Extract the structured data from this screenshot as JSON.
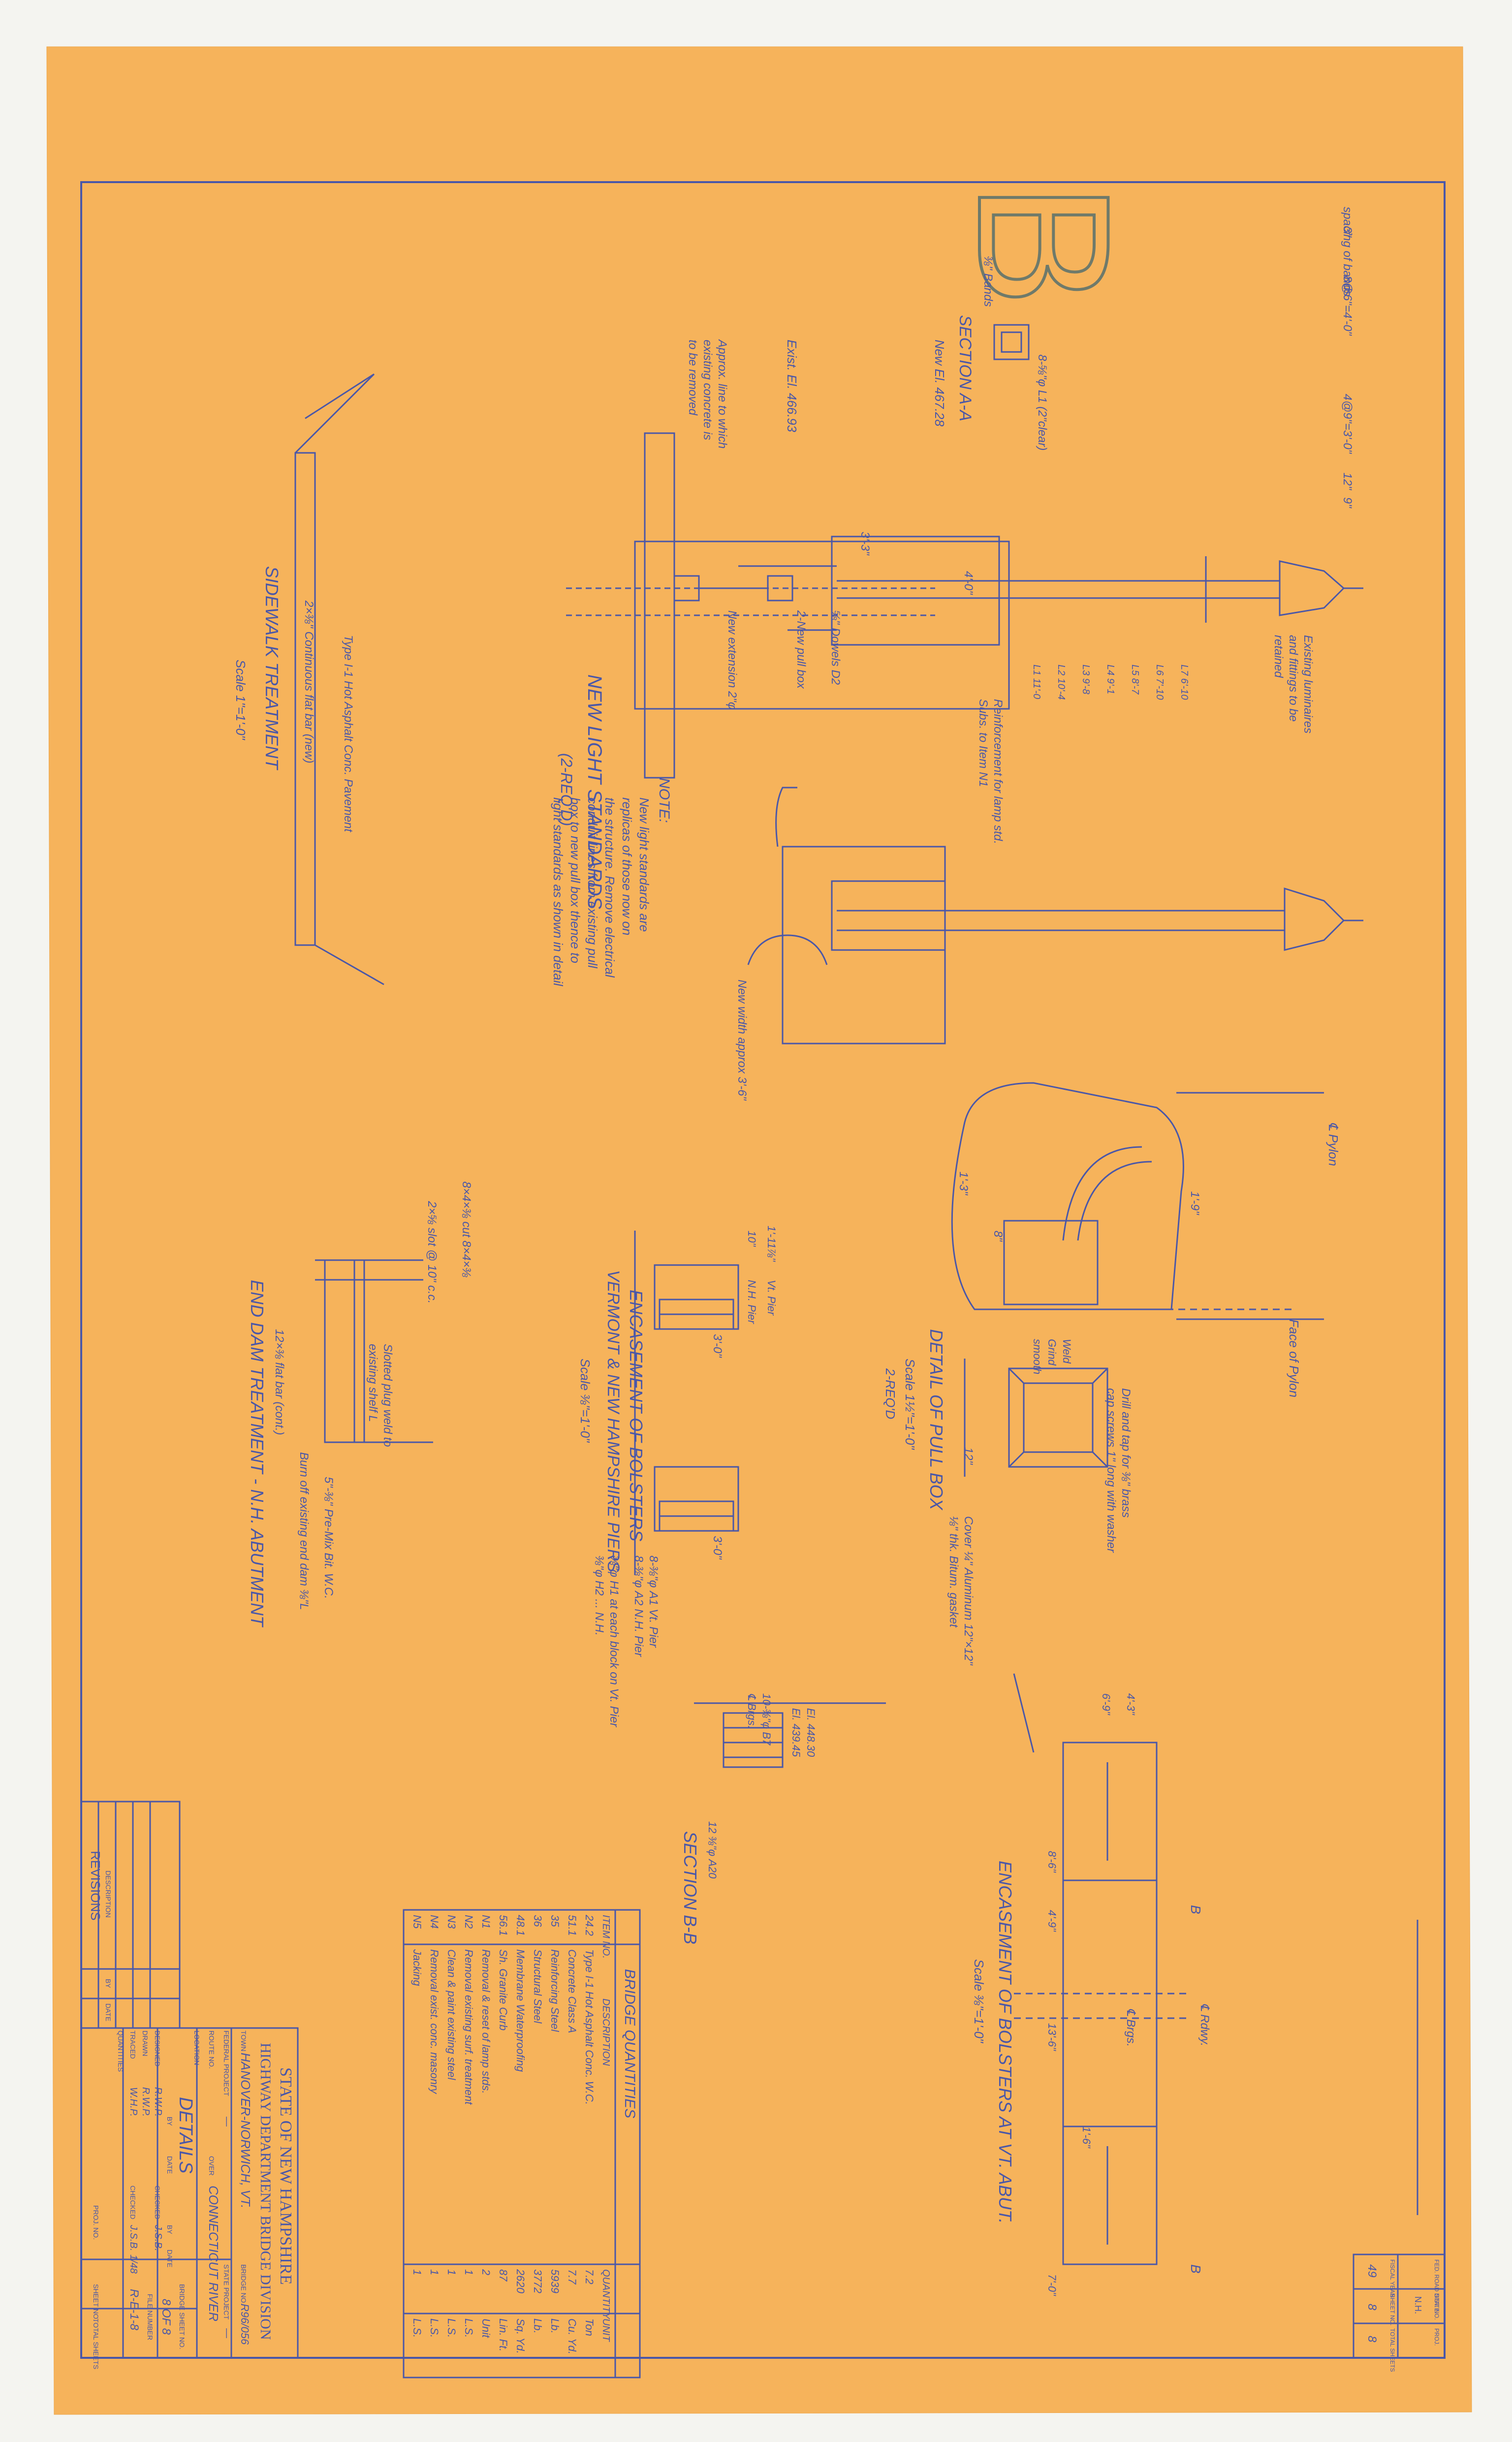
{
  "colors": {
    "paper": "#f6b35b",
    "paper_edge": "#eda548",
    "ink": "#4a57a8",
    "faint": "#8a7fb0",
    "pencil": "#6f7a6a",
    "background": "#f4f4f0"
  },
  "title_block": {
    "state": "STATE OF NEW HAMPSHIRE",
    "division": "HIGHWAY DEPARTMENT BRIDGE DIVISION",
    "town_label": "TOWN",
    "town": "HANOVER-NORWICH, VT.",
    "bridge_no_label": "BRIDGE NO.",
    "bridge_no": "R96/056",
    "federal_project_label": "FEDERAL PROJECT",
    "federal_project": "—",
    "state_project_label": "STATE PROJECT",
    "state_project": "—",
    "route_label": "ROUTE NO.",
    "over_label": "OVER",
    "over": "CONNECTICUT RIVER",
    "location_label": "LOCATION",
    "sheet_title": "DETAILS",
    "bridge_sheet_no_label": "BRIDGE SHEET NO.",
    "bridge_sheet_no": "8 OF 8",
    "file_number_label": "FILE NUMBER",
    "file_number": "R-E-1-8",
    "proj_no_label": "PROJ. NO.",
    "sheet_no_label": "SHEET NO.",
    "total_sheets_label": "TOTAL SHEETS",
    "by_label": "BY",
    "date_label": "DATE",
    "designed_label": "DESIGNED",
    "drawn_label": "DRAWN",
    "traced_label": "TRACED",
    "checked_label": "CHECKED",
    "quantities_label": "QUANTITIES",
    "designed_by": "R.W.P.",
    "drawn_by": "R.W.P.",
    "traced_by": "W.H.P.",
    "checked_by": "J.S.B.",
    "checked_by_2": "J.S.B.",
    "checked_date": "1/48",
    "revisions_label": "REVISIONS",
    "description_label": "DESCRIPTION"
  },
  "corner_block": {
    "fed_road_label": "FED. ROAD DIST. NO.",
    "state_label": "STATE",
    "proj_label": "PROJ.",
    "fiscal_year_label": "FISCAL YEAR",
    "sheet_no_label": "SHEET NO.",
    "total_sheets_label": "TOTAL SHEETS",
    "state": "N.H.",
    "fiscal_year": "49",
    "sheet_no": "8",
    "total_sheets": "8"
  },
  "views": {
    "light_standards_title": "NEW LIGHT STANDARDS",
    "light_standards_sub": "(2-REQ'D)",
    "section_aa": "SECTION A-A",
    "pull_box_title": "DETAIL OF PULL BOX",
    "pull_box_scale": "Scale 1½\"=1'-0\"",
    "pull_box_req": "2-REQ'D",
    "bolsters_title_1": "ENCASEMENT OF BOLSTERS",
    "bolsters_title_2": "VERMONT & NEW HAMPSHIRE PIERS",
    "bolsters_scale": "Scale ⅜\"=1'-0\"",
    "section_bb": "SECTION B-B",
    "vt_abut_title": "ENCASEMENT OF BOLSTERS AT VT. ABUT.",
    "vt_abut_scale": "Scale ⅜\"=1'-0\"",
    "sidewalk_title": "SIDEWALK TREATMENT",
    "sidewalk_scale": "Scale 1\"=1'-0\"",
    "end_dam_title": "END DAM TREATMENT - N.H. ABUTMENT",
    "note_heading": "NOTE:",
    "note_lines": [
      "New light standards are",
      "replicas of those now on",
      "the structure. Remove electrical",
      "conduit lines from existing pull",
      "box to new pull box thence to",
      "light standards as shown in detail"
    ]
  },
  "labels": {
    "new_el": "New El. 467.28",
    "exist_el": "Exist. El. 466.93",
    "approx_line": "Approx. line to which",
    "approx_line_2": "existing concrete is",
    "approx_line_3": "to be removed",
    "existing_luminaires": "Existing luminaires",
    "existing_luminaires_2": "and fittings to be",
    "existing_luminaires_3": "retained",
    "spacing_bands": "spacing of bands",
    "dim_9": "9\"",
    "dim_12": "12\"",
    "dim_4at9": "4@9\"=3'-0\"",
    "dim_8at6": "8@6\"=4'-0\"",
    "dim_3": "3\"",
    "dim_4": "4'-0\"",
    "dim_33": "3'-3\"",
    "reinforcement_note": "Reinforcement for lamp std.",
    "reinforcement_note_2": "Subs. to Item N1",
    "bands_label": "⅜\" Bands",
    "dowels": "⅝\" Dowels D2",
    "new_pull_box": "2-New pull box",
    "new_extension": "New extension 2\"φ",
    "bars_list": [
      "L7 6'-10",
      "L6 7'-10",
      "L5 8'-7",
      "L4 9'-1",
      "L3 9'-8",
      "L2 10'-4",
      "L1 11'-0"
    ],
    "section_aa_bars": "8-⅝\"φ L1 (2\"clear)",
    "ne_extension": "New width approx 3'-6\"",
    "pylon": "℄ Pylon",
    "face_of_pylon": "Face of Pylon",
    "pull_box_dim_19": "1'-9\"",
    "pull_box_dim_13": "1'-3\"",
    "pull_box_dim_8": "8\"",
    "pull_box_dim_124": "12\"",
    "drill_tap": "Drill and tap for ⅜\" brass",
    "drill_tap_2": "cap screws 1\" long with washer",
    "cover_note": "Cover ¼\" Aluminum 12\"×12\"",
    "cover_note_2": "⅛\" thk. Bitum. gasket",
    "weld_note": "Weld",
    "weld_note_2": "Grind",
    "weld_note_3": "smooth",
    "vt_pier": "Vt. Pier",
    "nh_pier": "N.H. Pier",
    "dim_1_11": "1'-11⅞\"",
    "dim_10": "10\"",
    "dim_3_0": "3'-0\"",
    "bolster_note_1": "8-⅜\"φ A1 Vt. Pier",
    "bolster_note_2": "8-⅜\"φ A2 N.H. Pier",
    "bolster_note_3": "⅜\"φ H1 at each block on Vt. Pier",
    "bolster_note_4": "⅜\"φ H2 ... N.H.",
    "el_1": "El. 448.30",
    "el_2": "El. 439.45",
    "section_bb_bars": "10-⅜\"φ B7",
    "section_bb_brgs": "℄ Brgs.",
    "section_bb_a20": "12 ⅜\"φ A20",
    "roadway": "℄ Rdwy.",
    "brgs": "℄ Brgs.",
    "dim_43": "4'-3\"",
    "dim_69": "6'-9\"",
    "dim_86": "8'-6\"",
    "dim_49": "4'-9\"",
    "dim_136": "13'-6\"",
    "dim_16": "1'-6\"",
    "dim_70": "7'-0\"",
    "b_marker": "B",
    "sidewalk_bar": "2×⅜\" Continuous flat bar (new)",
    "sidewalk_asphalt": "Type I-1 Hot Asphalt Conc. Pavement",
    "end_dam_slot": "2×⅝ slot @ 10\" c.c.",
    "end_dam_bar": "12×⅜ flat bar (cont.)",
    "end_dam_slotted": "Slotted plug weld to",
    "end_dam_slotted_2": "existing shelf L",
    "end_dam_burn": "Burn off existing end dam ⅜\"L",
    "end_dam_angle": "8×4×⅜ cut 8×4×⅜",
    "end_dam_remove": "5\"-⅜\" Pre-Mix Bit. W.C."
  },
  "quantities": {
    "title": "BRIDGE QUANTITIES",
    "headers": [
      "ITEM NO.",
      "DESCRIPTION",
      "QUANTITY",
      "UNIT"
    ],
    "rows": [
      [
        "24.2",
        "Type I-1 Hot Asphalt Conc. W.C.",
        "7.2",
        "Ton"
      ],
      [
        "51.1",
        "Concrete Class A",
        "7.7",
        "Cu. Yd."
      ],
      [
        "35",
        "Reinforcing Steel",
        "5939",
        "Lb."
      ],
      [
        "36",
        "Structural Steel",
        "3772",
        "Lb."
      ],
      [
        "48.1",
        "Membrane Waterproofing",
        "2620",
        "Sq. Yd."
      ],
      [
        "56.1",
        "Sh. Granite Curb",
        "87",
        "Lin. Ft."
      ],
      [
        "N1",
        "Removal & reset of lamp stds.",
        "2",
        "Unit"
      ],
      [
        "N2",
        "Removal existing surf. treatment",
        "1",
        "L.S."
      ],
      [
        "N3",
        "Clean & paint existing steel",
        "1",
        "L.S."
      ],
      [
        "N4",
        "Removal exist. conc. masonry",
        "1",
        "L.S."
      ],
      [
        "N5",
        "Jacking",
        "1",
        "L.S."
      ]
    ]
  },
  "pencil_mark": "B"
}
